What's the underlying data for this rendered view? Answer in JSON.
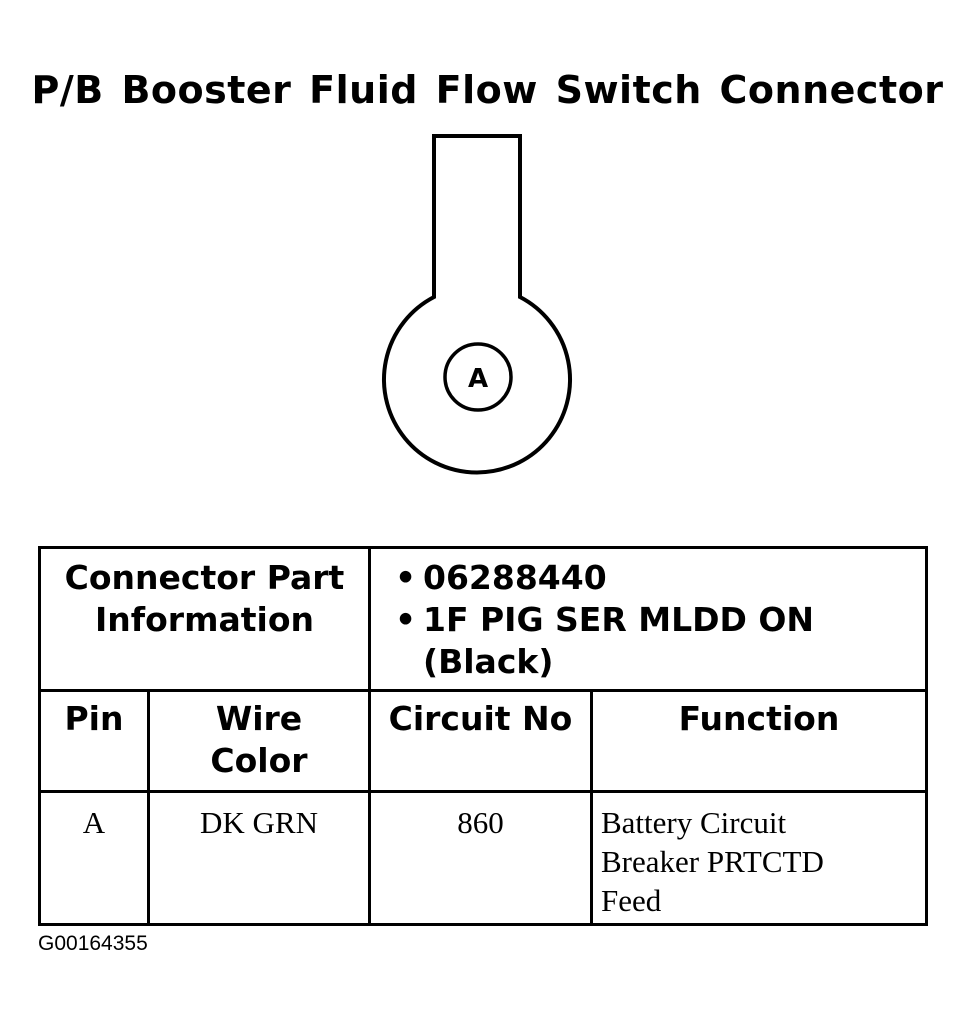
{
  "title": "P/B Booster Fluid Flow Switch Connector",
  "connector": {
    "pin_label": "A"
  },
  "part_info": {
    "label_line1": "Connector Part",
    "label_line2": "Information",
    "items": [
      {
        "bullet": "•",
        "text": "06288440"
      },
      {
        "bullet": "•",
        "text": "1F PIG SER MLDD ON"
      }
    ],
    "continuation": "(Black)"
  },
  "columns": {
    "pin": "Pin",
    "wire_color_line1": "Wire",
    "wire_color_line2": "Color",
    "circuit_no": "Circuit No",
    "function": "Function"
  },
  "rows": [
    {
      "pin": "A",
      "wire_color": "DK GRN",
      "circuit_no": "860",
      "function_line1": "Battery Circuit",
      "function_line2": "Breaker PRTCTD",
      "function_line3": "Feed"
    }
  ],
  "image_id": "G00164355"
}
